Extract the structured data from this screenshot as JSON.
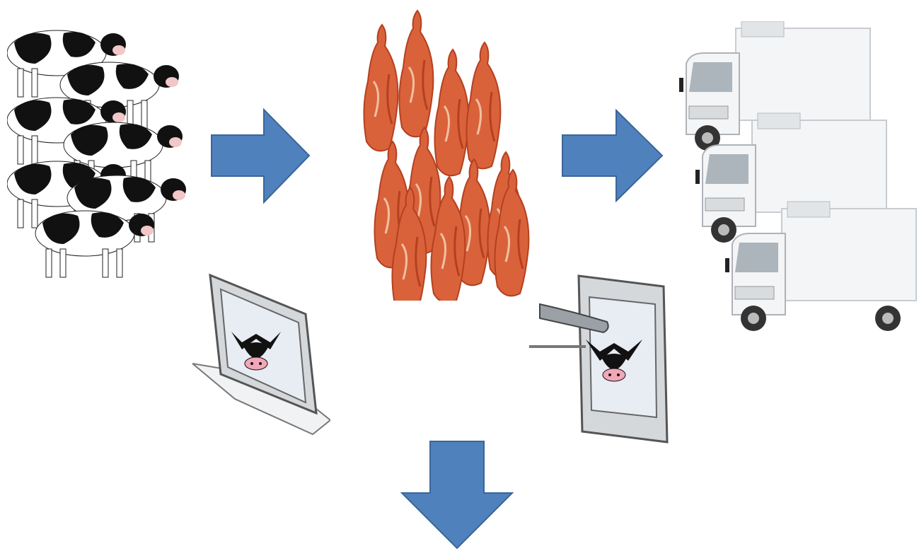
{
  "diagram": {
    "colors": {
      "arrow_fill": "#4f81bd",
      "arrow_stroke": "#3b6598",
      "cow_black": "#111111",
      "cow_white": "#ffffff",
      "cow_nose": "#f2a7b8",
      "meat": "#d9623b",
      "meat_dark": "#b5401f",
      "truck_body": "#f4f5f6",
      "monitor": "#c9cdd1"
    },
    "nodes": [
      {
        "id": "cattle-herd",
        "icon": "cow-herd-icon"
      },
      {
        "id": "meat-carcasses",
        "icon": "meat-carcass-icon"
      },
      {
        "id": "refrigerated-trucks",
        "icon": "refrigerated-truck-icon"
      },
      {
        "id": "monitor-left",
        "icon": "computer-monitor-icon"
      },
      {
        "id": "monitor-right",
        "icon": "tablet-scanner-icon"
      }
    ],
    "arrows": [
      {
        "from": "cattle-herd",
        "to": "meat-carcasses",
        "direction": "right"
      },
      {
        "from": "meat-carcasses",
        "to": "refrigerated-trucks",
        "direction": "right"
      },
      {
        "from": "meat-carcasses",
        "to": "next-stage",
        "direction": "down"
      }
    ]
  }
}
